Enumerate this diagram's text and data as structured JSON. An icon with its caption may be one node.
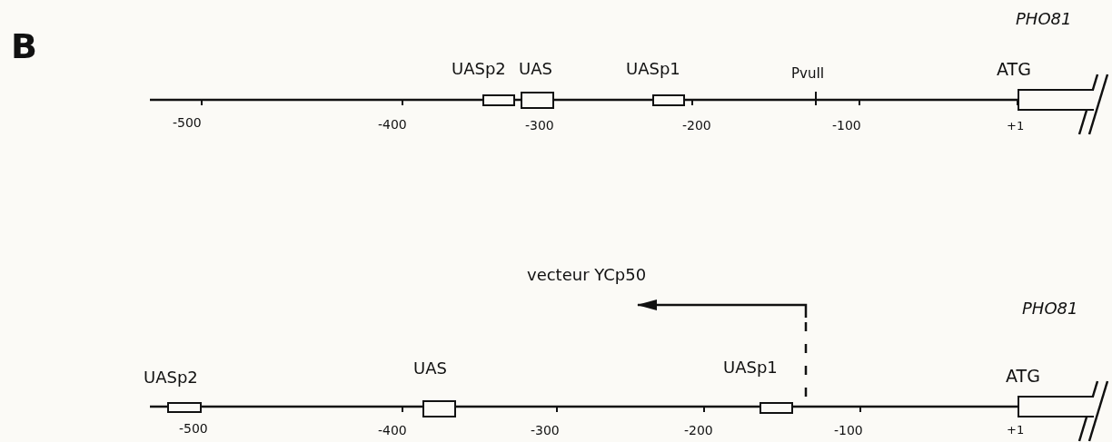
{
  "diagram": {
    "nodes": [
      {
        "text": [
          "UASp2"
        ]
      },
      {
        "text": [
          "UAS"
        ]
      },
      {
        "text": [
          "UASp1"
        ]
      },
      {
        "text": [
          "ATG"
        ]
      },
      {
        "text": [
          "UASp2"
        ]
      },
      {
        "text": [
          "UAS"
        ]
      },
      {
        "text": [
          "UASp1"
        ]
      },
      {
        "text": [
          "ATG"
        ]
      }
    ],
    "labels": [
      "B",
      "PHO81",
      "PvuII",
      "-500",
      "-400",
      "-300",
      "-200",
      "-100",
      "+1",
      "vecteur YCp50",
      "PHO81",
      "-500",
      "-400",
      "-300",
      "-200",
      "-100",
      "+1"
    ]
  }
}
